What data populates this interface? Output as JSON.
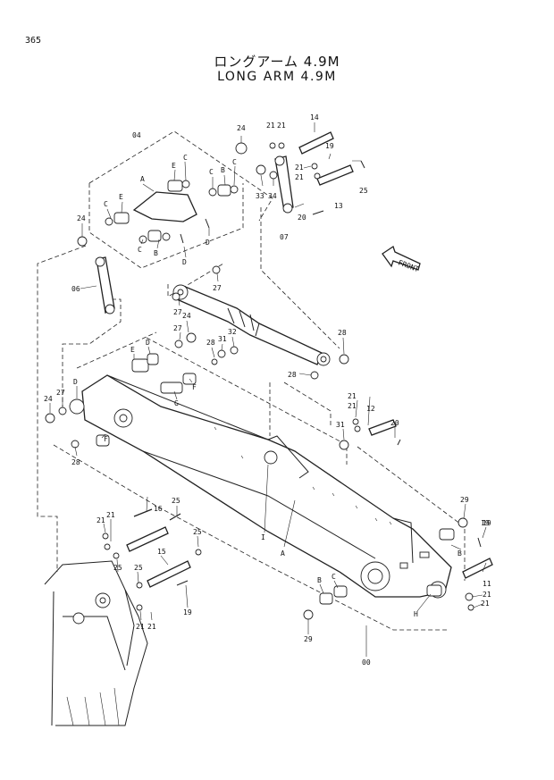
{
  "page": {
    "number": "365"
  },
  "title": {
    "jp": "ロングアーム 4.9M",
    "en": "LONG ARM 4.9M"
  },
  "front_label": "FRONT",
  "callouts": [
    {
      "id": "c-04",
      "text": "04"
    },
    {
      "id": "c-24a",
      "text": "24"
    },
    {
      "id": "c-21a",
      "text": "21"
    },
    {
      "id": "c-21b",
      "text": "21"
    },
    {
      "id": "c-14",
      "text": "14"
    },
    {
      "id": "c-19a",
      "text": "19"
    },
    {
      "id": "c-21c",
      "text": "21"
    },
    {
      "id": "c-21d",
      "text": "21"
    },
    {
      "id": "c-25a",
      "text": "25"
    },
    {
      "id": "c-13",
      "text": "13"
    },
    {
      "id": "c-20a",
      "text": "20"
    },
    {
      "id": "c-07",
      "text": "07"
    },
    {
      "id": "c-33",
      "text": "33"
    },
    {
      "id": "c-34",
      "text": "34"
    },
    {
      "id": "c-A1",
      "text": "A"
    },
    {
      "id": "c-E1",
      "text": "E"
    },
    {
      "id": "c-C1",
      "text": "C"
    },
    {
      "id": "c-C2",
      "text": "C"
    },
    {
      "id": "c-B1",
      "text": "B"
    },
    {
      "id": "c-C3",
      "text": "C"
    },
    {
      "id": "c-E2",
      "text": "E"
    },
    {
      "id": "c-C4",
      "text": "C"
    },
    {
      "id": "c-24b",
      "text": "24"
    },
    {
      "id": "c-C5",
      "text": "C"
    },
    {
      "id": "c-B2",
      "text": "B"
    },
    {
      "id": "c-D1",
      "text": "D"
    },
    {
      "id": "c-D2",
      "text": "D"
    },
    {
      "id": "c-06",
      "text": "06"
    },
    {
      "id": "c-27a",
      "text": "27"
    },
    {
      "id": "c-27b",
      "text": "27"
    },
    {
      "id": "c-24c",
      "text": "24"
    },
    {
      "id": "c-27c",
      "text": "27"
    },
    {
      "id": "c-28a",
      "text": "28"
    },
    {
      "id": "c-31a",
      "text": "31"
    },
    {
      "id": "c-32",
      "text": "32"
    },
    {
      "id": "c-28b",
      "text": "28"
    },
    {
      "id": "c-28c",
      "text": "28"
    },
    {
      "id": "c-E3",
      "text": "E"
    },
    {
      "id": "c-D3",
      "text": "D"
    },
    {
      "id": "c-F1",
      "text": "F"
    },
    {
      "id": "c-G",
      "text": "G"
    },
    {
      "id": "c-24d",
      "text": "24"
    },
    {
      "id": "c-27d",
      "text": "27"
    },
    {
      "id": "c-D4",
      "text": "D"
    },
    {
      "id": "c-F2",
      "text": "F"
    },
    {
      "id": "c-28d",
      "text": "28"
    },
    {
      "id": "c-21e",
      "text": "21"
    },
    {
      "id": "c-21f",
      "text": "21"
    },
    {
      "id": "c-12",
      "text": "12"
    },
    {
      "id": "c-20b",
      "text": "20"
    },
    {
      "id": "c-31b",
      "text": "31"
    },
    {
      "id": "c-19b",
      "text": "19"
    },
    {
      "id": "c-16",
      "text": "16"
    },
    {
      "id": "c-25b",
      "text": "25"
    },
    {
      "id": "c-21g",
      "text": "21"
    },
    {
      "id": "c-21h",
      "text": "21"
    },
    {
      "id": "c-25c",
      "text": "25"
    },
    {
      "id": "c-25d",
      "text": "25"
    },
    {
      "id": "c-15",
      "text": "15"
    },
    {
      "id": "c-25e",
      "text": "25"
    },
    {
      "id": "c-19c",
      "text": "19"
    },
    {
      "id": "c-21i",
      "text": "21"
    },
    {
      "id": "c-21j",
      "text": "21"
    },
    {
      "id": "c-I",
      "text": "I"
    },
    {
      "id": "c-A2",
      "text": "A"
    },
    {
      "id": "c-29a",
      "text": "29"
    },
    {
      "id": "c-19d",
      "text": "19"
    },
    {
      "id": "c-B3",
      "text": "B"
    },
    {
      "id": "c-11",
      "text": "11"
    },
    {
      "id": "c-21k",
      "text": "21"
    },
    {
      "id": "c-21l",
      "text": "21"
    },
    {
      "id": "c-H",
      "text": "H"
    },
    {
      "id": "c-B4",
      "text": "B"
    },
    {
      "id": "c-C6",
      "text": "C"
    },
    {
      "id": "c-29b",
      "text": "29"
    },
    {
      "id": "c-00",
      "text": "00"
    }
  ]
}
